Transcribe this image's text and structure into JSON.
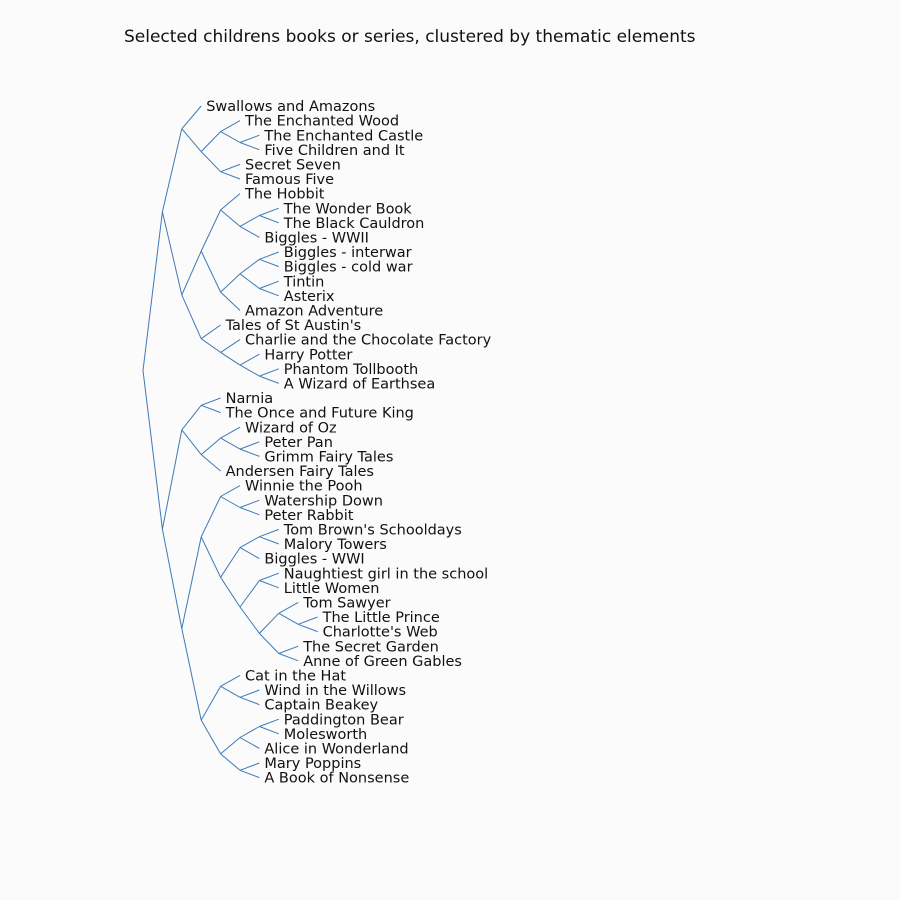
{
  "title": "Selected childrens books or series, clustered by thematic elements",
  "colors": {
    "background": "#fbfbfb",
    "edge": "#3d7ab8",
    "text": "#111111"
  },
  "tree": {
    "children": [
      {
        "children": [
          {
            "children": [
              {
                "label": "Swallows and Amazons"
              },
              {
                "children": [
                  {
                    "children": [
                      {
                        "label": "The Enchanted Wood"
                      },
                      {
                        "children": [
                          {
                            "label": "The Enchanted Castle"
                          },
                          {
                            "label": "Five Children and It"
                          }
                        ]
                      }
                    ]
                  },
                  {
                    "children": [
                      {
                        "label": "Secret Seven"
                      },
                      {
                        "label": "Famous Five"
                      }
                    ]
                  }
                ]
              }
            ]
          },
          {
            "children": [
              {
                "children": [
                  {
                    "children": [
                      {
                        "label": "The Hobbit"
                      },
                      {
                        "children": [
                          {
                            "children": [
                              {
                                "label": "The Wonder Book"
                              },
                              {
                                "label": "The Black Cauldron"
                              }
                            ]
                          },
                          {
                            "label": "Biggles - WWII"
                          }
                        ]
                      }
                    ]
                  },
                  {
                    "children": [
                      {
                        "children": [
                          {
                            "children": [
                              {
                                "label": "Biggles - interwar"
                              },
                              {
                                "label": "Biggles - cold war"
                              }
                            ]
                          },
                          {
                            "children": [
                              {
                                "label": "Tintin"
                              },
                              {
                                "label": "Asterix"
                              }
                            ]
                          }
                        ]
                      },
                      {
                        "label": "Amazon Adventure"
                      }
                    ]
                  }
                ]
              },
              {
                "children": [
                  {
                    "label": "Tales of St Austin's"
                  },
                  {
                    "children": [
                      {
                        "label": "Charlie and the Chocolate Factory"
                      },
                      {
                        "children": [
                          {
                            "label": "Harry Potter"
                          },
                          {
                            "children": [
                              {
                                "label": "Phantom Tollbooth"
                              },
                              {
                                "label": "A Wizard of Earthsea"
                              }
                            ]
                          }
                        ]
                      }
                    ]
                  }
                ]
              }
            ]
          }
        ]
      },
      {
        "children": [
          {
            "children": [
              {
                "children": [
                  {
                    "label": "Narnia"
                  },
                  {
                    "label": "The Once and Future King"
                  }
                ]
              },
              {
                "children": [
                  {
                    "children": [
                      {
                        "label": "Wizard of Oz"
                      },
                      {
                        "children": [
                          {
                            "label": "Peter Pan"
                          },
                          {
                            "label": "Grimm Fairy Tales"
                          }
                        ]
                      }
                    ]
                  },
                  {
                    "label": "Andersen Fairy Tales"
                  }
                ]
              }
            ]
          },
          {
            "children": [
              {
                "children": [
                  {
                    "children": [
                      {
                        "label": "Winnie the Pooh"
                      },
                      {
                        "children": [
                          {
                            "label": "Watership Down"
                          },
                          {
                            "label": "Peter Rabbit"
                          }
                        ]
                      }
                    ]
                  },
                  {
                    "children": [
                      {
                        "children": [
                          {
                            "children": [
                              {
                                "label": "Tom Brown's Schooldays"
                              },
                              {
                                "label": "Malory Towers"
                              }
                            ]
                          },
                          {
                            "label": "Biggles - WWI"
                          }
                        ]
                      },
                      {
                        "children": [
                          {
                            "children": [
                              {
                                "label": "Naughtiest girl in the school"
                              },
                              {
                                "label": "Little Women"
                              }
                            ]
                          },
                          {
                            "children": [
                              {
                                "children": [
                                  {
                                    "label": "Tom Sawyer"
                                  },
                                  {
                                    "children": [
                                      {
                                        "label": "The Little Prince"
                                      },
                                      {
                                        "label": "Charlotte's Web"
                                      }
                                    ]
                                  }
                                ]
                              },
                              {
                                "children": [
                                  {
                                    "label": "The Secret Garden"
                                  },
                                  {
                                    "label": "Anne of Green Gables"
                                  }
                                ]
                              }
                            ]
                          }
                        ]
                      }
                    ]
                  }
                ]
              },
              {
                "children": [
                  {
                    "children": [
                      {
                        "label": "Cat in the Hat"
                      },
                      {
                        "children": [
                          {
                            "label": "Wind in the Willows"
                          },
                          {
                            "label": "Captain Beakey"
                          }
                        ]
                      }
                    ]
                  },
                  {
                    "children": [
                      {
                        "children": [
                          {
                            "children": [
                              {
                                "label": "Paddington Bear"
                              },
                              {
                                "label": "Molesworth"
                              }
                            ]
                          },
                          {
                            "label": "Alice in Wonderland"
                          }
                        ]
                      },
                      {
                        "children": [
                          {
                            "label": "Mary Poppins"
                          },
                          {
                            "label": "A Book of Nonsense"
                          }
                        ]
                      }
                    ]
                  }
                ]
              }
            ]
          }
        ]
      }
    ]
  }
}
